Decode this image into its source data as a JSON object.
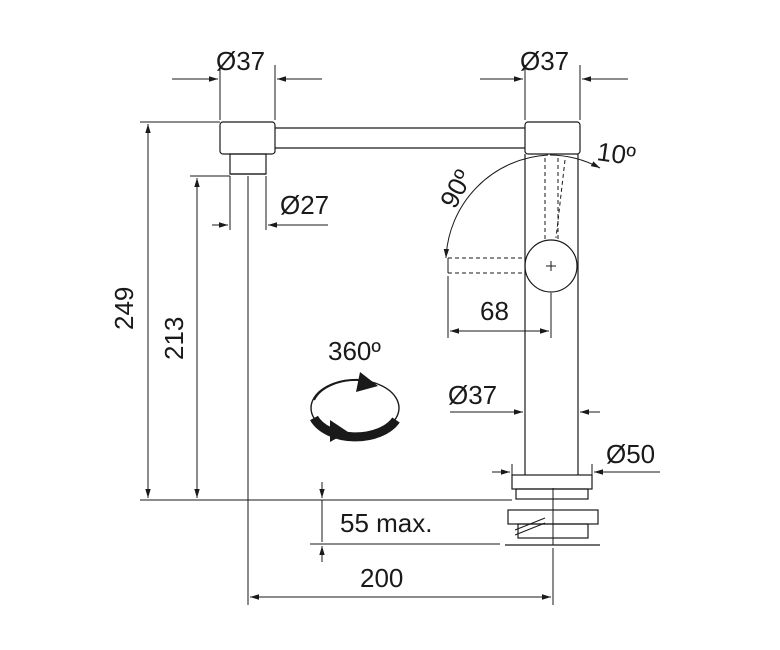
{
  "dimensions": {
    "left_top_diameter": "Ø37",
    "right_top_diameter": "Ø37",
    "outlet_diameter": "Ø27",
    "lever_angle_open": "90º",
    "lever_angle_tilt": "10º",
    "lever_reach": "68",
    "rotation": "360º",
    "column_diameter": "Ø37",
    "base_diameter": "Ø50",
    "total_height": "249",
    "outlet_height": "213",
    "max_mount_thickness": "55 max.",
    "spout_reach": "200"
  },
  "icons": {
    "rotation": "rotation-arrow-icon"
  }
}
